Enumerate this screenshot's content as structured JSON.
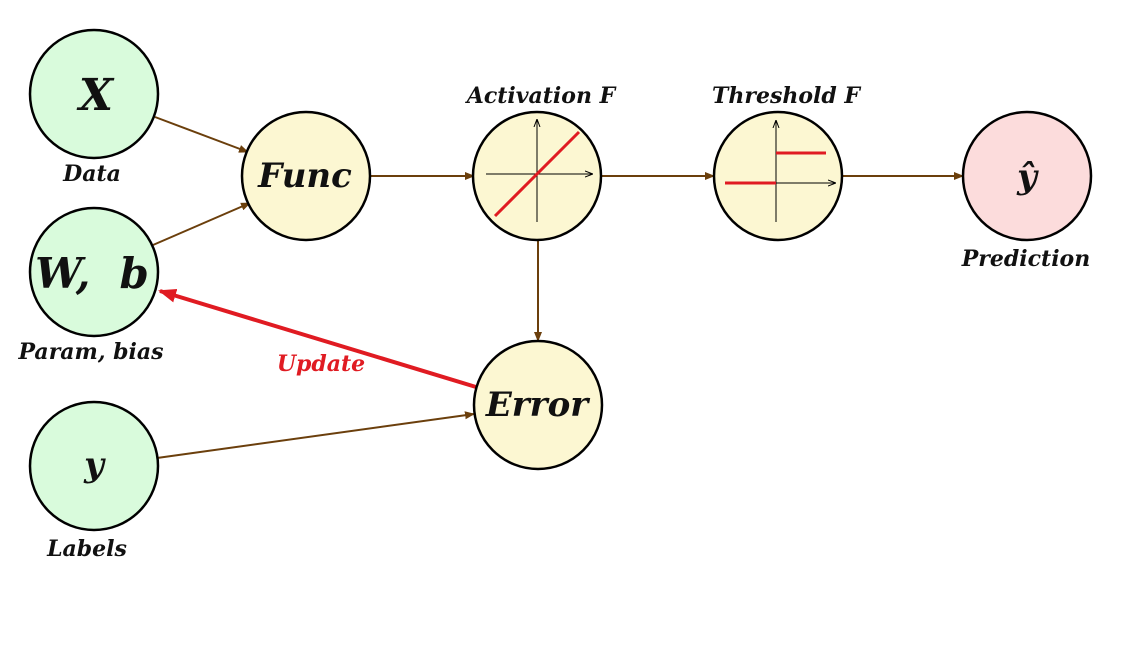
{
  "colors": {
    "input_node_fill": "#d9fbdc",
    "process_node_fill": "#fcf7d2",
    "output_node_fill": "#fcdcdc",
    "node_stroke": "#000000",
    "connector": "#6b3f0c",
    "update_arrow": "#e01b22",
    "curve": "#e01b22"
  },
  "nodes": {
    "x": {
      "label": "X",
      "caption": "Data"
    },
    "wb": {
      "label": "W,  b",
      "caption": "Param, bias"
    },
    "y": {
      "label": "y",
      "caption": "Labels"
    },
    "func": {
      "label": "Func"
    },
    "activation": {
      "title": "Activation F",
      "icon": "linear-function-plot"
    },
    "threshold": {
      "title": "Threshold F",
      "icon": "step-function-plot"
    },
    "error": {
      "label": "Error"
    },
    "prediction": {
      "label": "ŷ",
      "caption": "Prediction"
    }
  },
  "edges": {
    "update": {
      "label": "Update"
    }
  }
}
